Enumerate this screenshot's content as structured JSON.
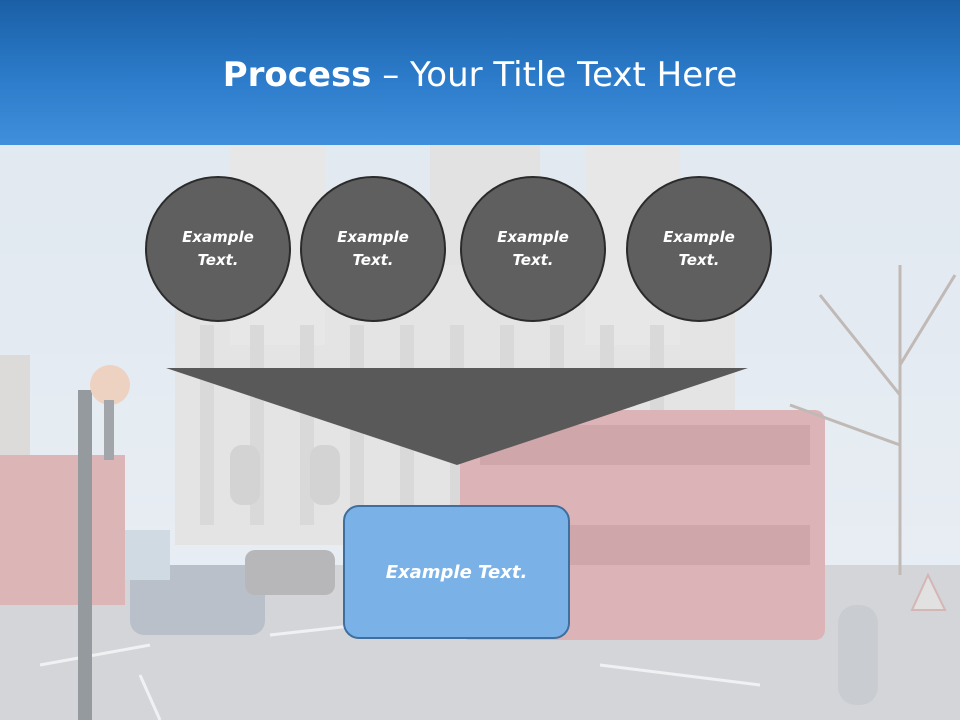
{
  "slide": {
    "title_bold": "Process",
    "title_rest": " – Your Title Text Here"
  },
  "circles": [
    {
      "label": "Example Text."
    },
    {
      "label": "Example Text."
    },
    {
      "label": "Example Text."
    },
    {
      "label": "Example Text."
    }
  ],
  "result_box": {
    "label": "Example Text."
  },
  "colors": {
    "header_blue": "#2c7ccb",
    "circle_fill": "#5f5f5f",
    "funnel_fill": "#595959",
    "result_fill": "#7ab2e8"
  }
}
